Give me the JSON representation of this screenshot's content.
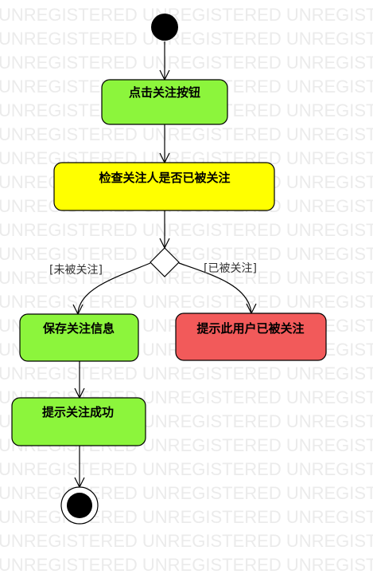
{
  "watermark": {
    "text": "UNREGISTERED UNREGISTERED UNREGISTERED UNRE"
  },
  "diagram": {
    "colors": {
      "action_green": "#8cf53c",
      "action_yellow": "#ffff00",
      "action_red": "#f25a5a",
      "border": "#000000",
      "node_black": "#000000"
    },
    "nodes": {
      "click_follow": {
        "label": "点击关注按钮"
      },
      "check_followed": {
        "label": "检查关注人是否已被关注"
      },
      "save_info": {
        "label": "保存关注信息"
      },
      "notify_already": {
        "label": "提示此用户已被关注"
      },
      "notify_success": {
        "label": "提示关注成功"
      }
    },
    "guards": {
      "not_followed": "[未被关注]",
      "already_followed": "[已被关注]"
    }
  }
}
